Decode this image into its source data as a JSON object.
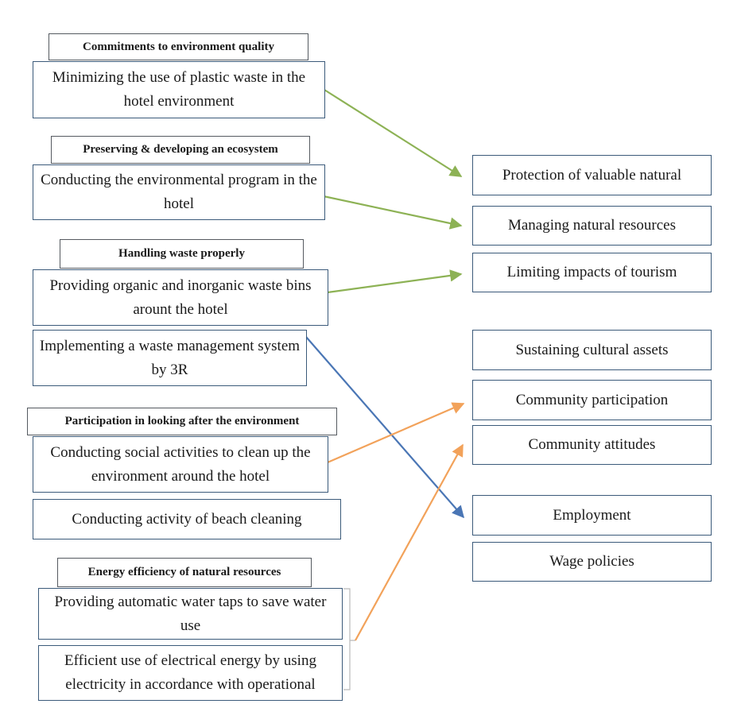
{
  "headers": {
    "h1": "Commitments to environment quality",
    "h2": "Preserving & developing an ecosystem",
    "h3": "Handling waste properly",
    "h4": "Participation in looking after the environment",
    "h5": "Energy efficiency of natural resources"
  },
  "practices": {
    "p1": "Minimizing the use of plastic waste in the hotel environment",
    "p2": "Conducting the environmental program in the hotel",
    "p3": "Providing organic and inorganic waste bins arount the hotel",
    "p4": "Implementing a waste management system by 3R",
    "p5": "Conducting social activities to clean up the environment around the hotel",
    "p6": "Conducting activity of beach cleaning",
    "p7": "Providing automatic water taps to save water use",
    "p8": "Efficient use of electrical energy by using electricity in accordance with operational"
  },
  "outcomes": {
    "o1": "Protection of valuable natural",
    "o2": "Managing natural resources",
    "o3": "Limiting impacts of tourism",
    "o4": "Sustaining cultural assets",
    "o5": "Community participation",
    "o6": "Community attitudes",
    "o7": "Employment",
    "o8": "Wage policies"
  },
  "connections": [
    {
      "from": "p1",
      "to": "o1",
      "color": "#8db255"
    },
    {
      "from": "p2",
      "to": "o2",
      "color": "#8db255"
    },
    {
      "from": "p3",
      "to": "o3",
      "color": "#8db255"
    },
    {
      "from": "p4",
      "to": "o7",
      "color": "#4a76b5"
    },
    {
      "from": "p5",
      "to": "o5",
      "color": "#f2a25a"
    },
    {
      "from": "p7-p8",
      "to": "o6",
      "color": "#f2a25a"
    }
  ]
}
